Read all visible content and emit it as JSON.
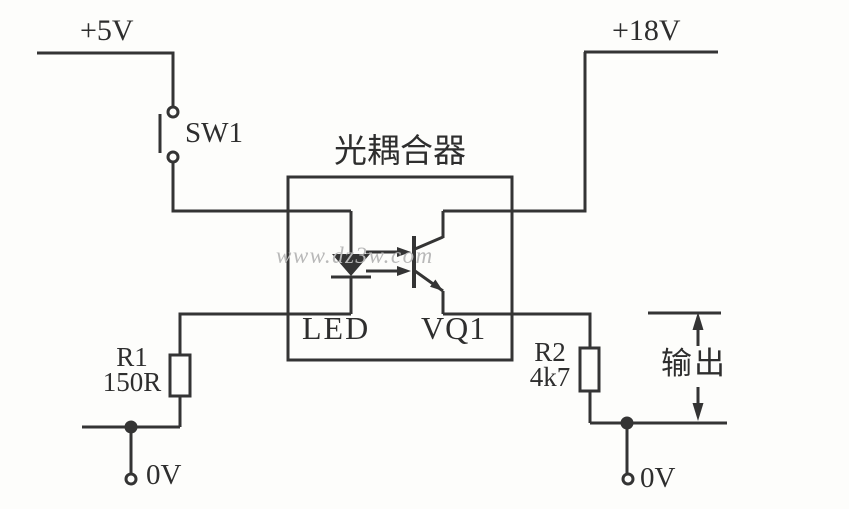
{
  "diagram": {
    "type": "circuit-schematic",
    "title": "光耦合器",
    "watermark": "www.dz3w.com",
    "colors": {
      "ink": "#343434",
      "background": "#fdfdfb",
      "watermark": "#b9b9b9"
    },
    "labels": {
      "vcc_left": "+5V",
      "vcc_right": "+18V",
      "switch": "SW1",
      "optocoupler": "光耦合器",
      "led": "LED",
      "transistor": "VQ1",
      "r1_name": "R1",
      "r1_value": "150R",
      "r2_name": "R2",
      "r2_value": "4k7",
      "ground_left": "0V",
      "ground_right": "0V",
      "output": "输出"
    }
  }
}
